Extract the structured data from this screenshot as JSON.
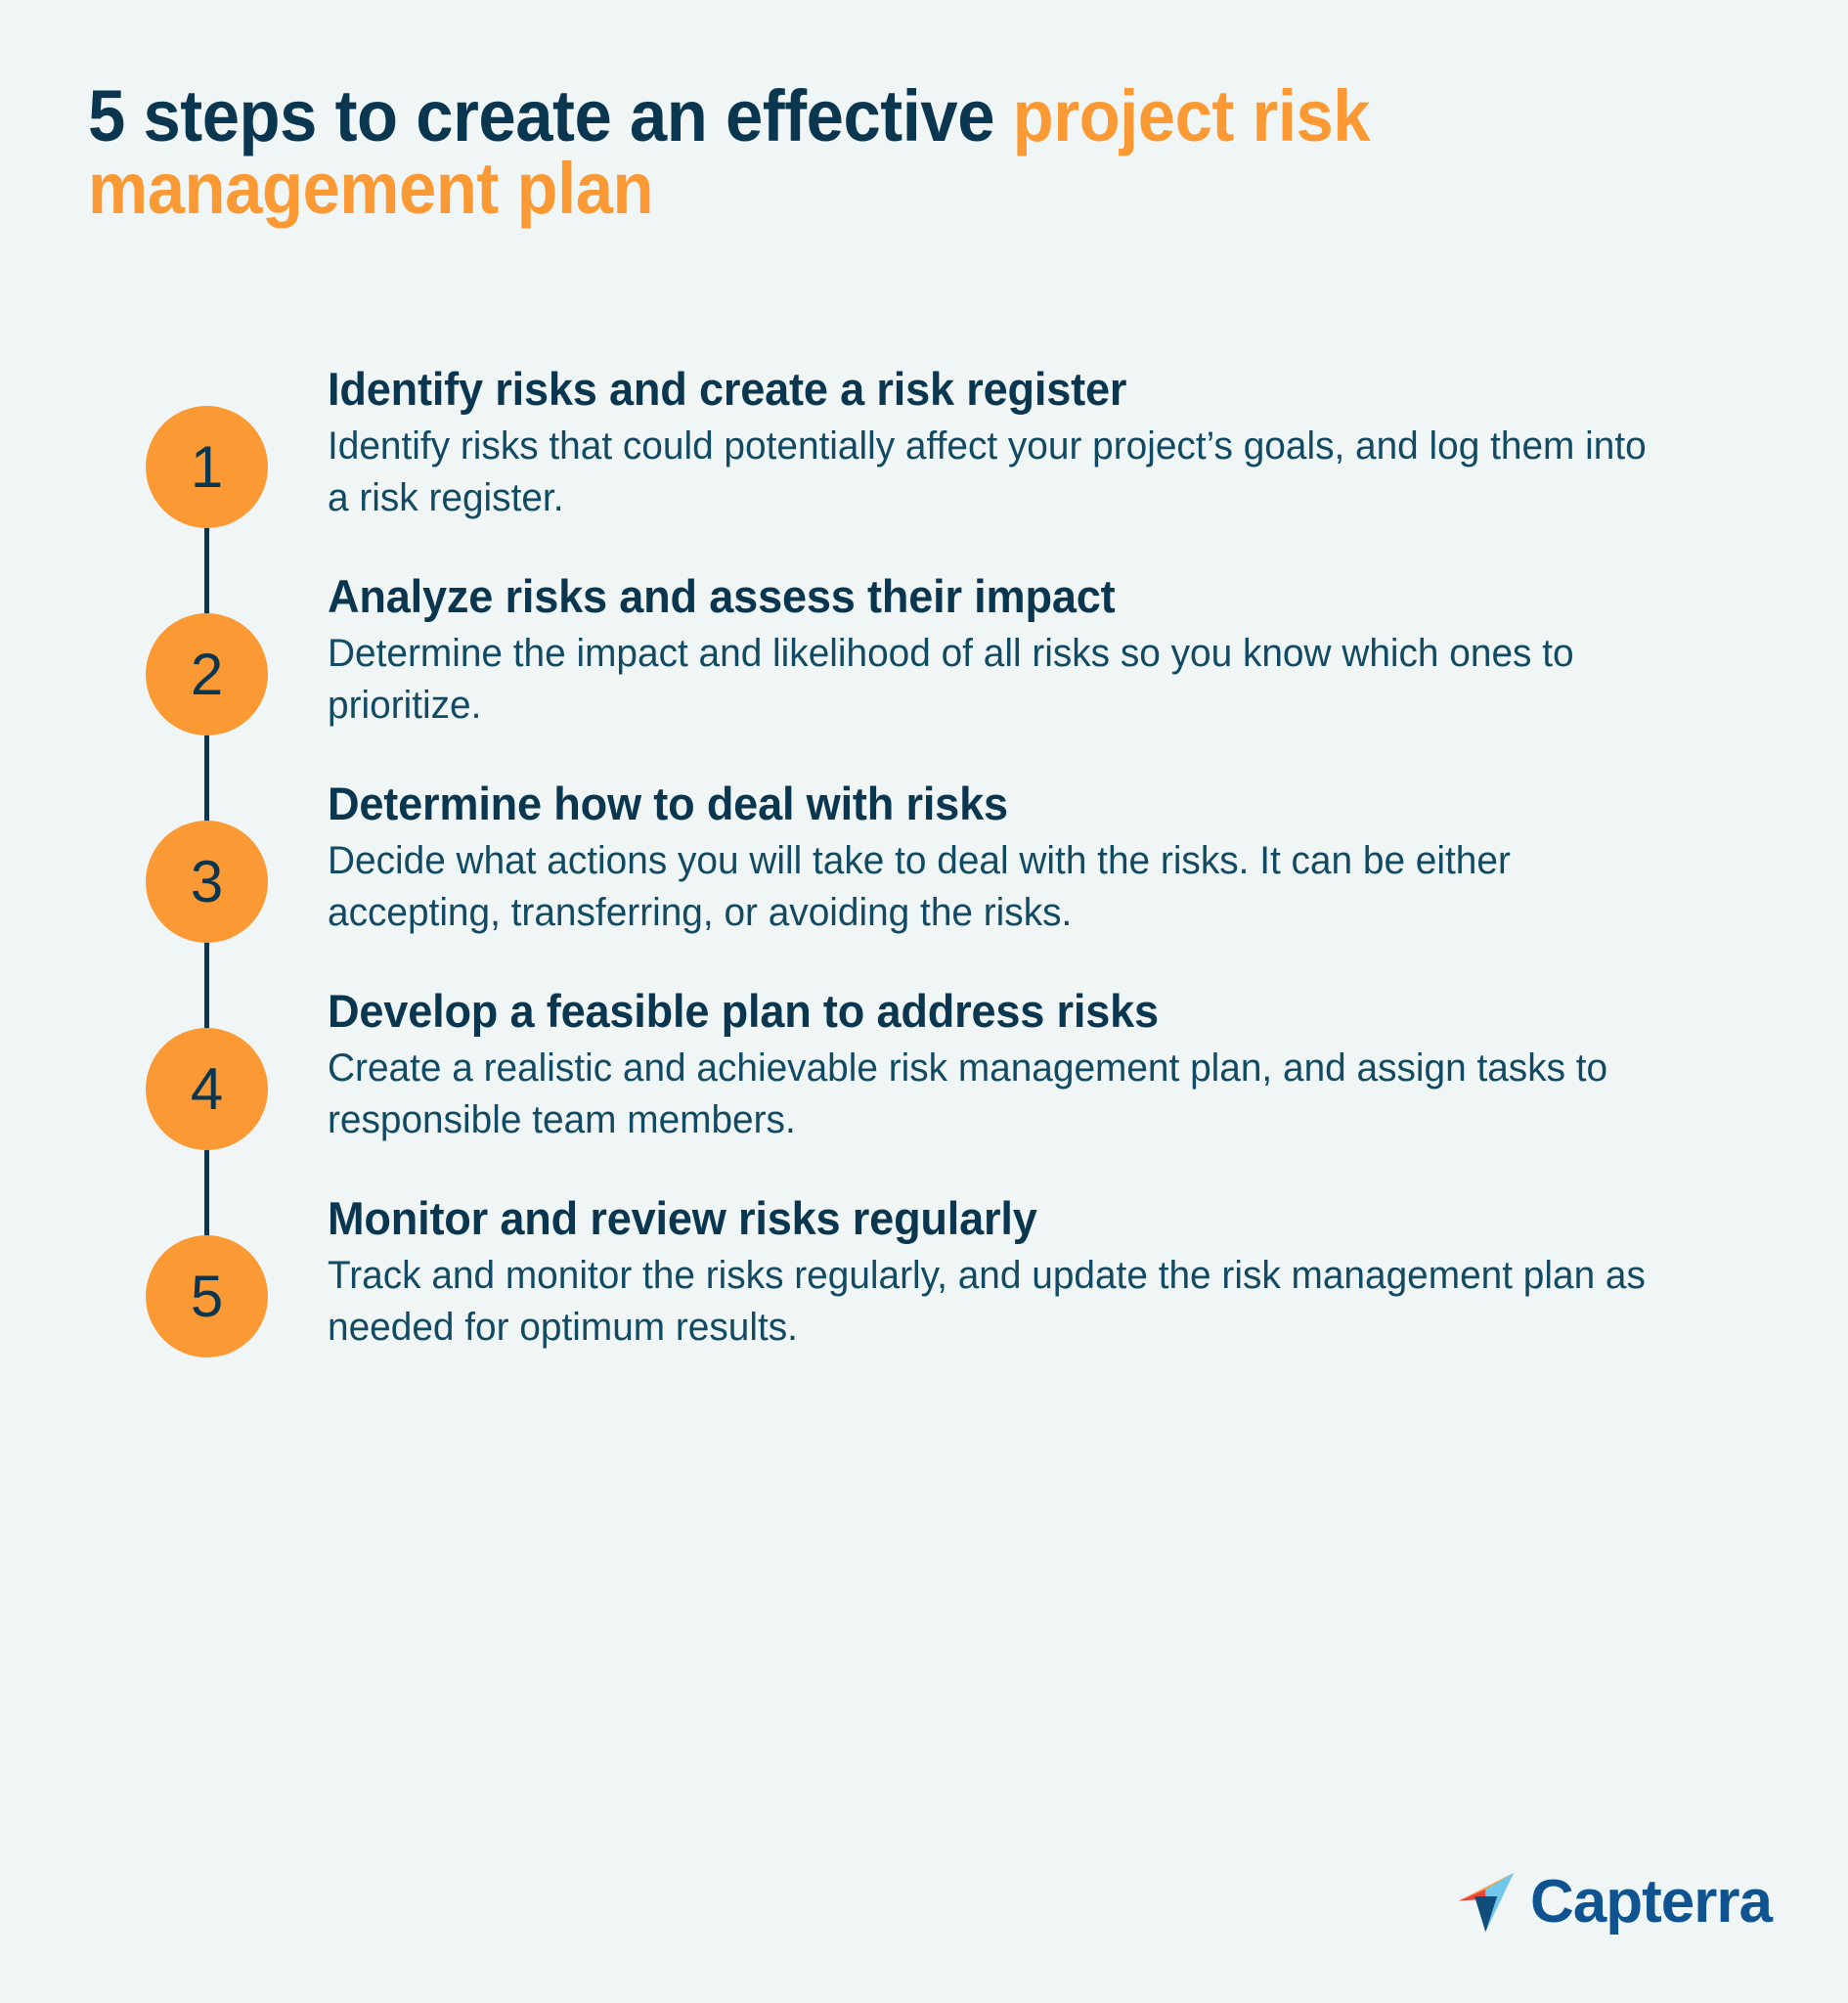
{
  "theme": {
    "background": "#F0F6F5",
    "navy": "#0A3650",
    "body_navy": "#134A63",
    "orange": "#FB9A35",
    "logo_blue": "#0F5490",
    "logo_red": "#E8453C",
    "logo_light_blue": "#6FC7EC",
    "logo_orange": "#F9A03C",
    "logo_navy": "#0E4E78"
  },
  "title": {
    "line1_dark": "5 steps to create an effective ",
    "line1_accent": "project risk",
    "line2_accent": "management plan",
    "full": "5 steps to create an effective project risk management plan"
  },
  "steps": [
    {
      "number": "1",
      "title": "Identify risks and create a risk register",
      "description": "Identify risks that could potentially affect your project’s goals, and log them into a risk register."
    },
    {
      "number": "2",
      "title": "Analyze risks and assess their impact",
      "description": "Determine the impact and likelihood of all risks so you know which ones to prioritize."
    },
    {
      "number": "3",
      "title": "Determine how to deal with risks",
      "description": "Decide what actions you will take to deal with the risks. It can be either accepting, transferring, or avoiding the risks."
    },
    {
      "number": "4",
      "title": "Develop a feasible plan to address risks",
      "description": "Create a realistic and achievable risk management plan, and assign tasks to responsible team members."
    },
    {
      "number": "5",
      "title": "Monitor and review risks regularly",
      "description": "Track and monitor the risks regularly, and update the risk management plan as needed for optimum results."
    }
  ],
  "footer": {
    "brand_name": "Capterra",
    "logo_icon": "capterra-paper-plane-icon"
  }
}
